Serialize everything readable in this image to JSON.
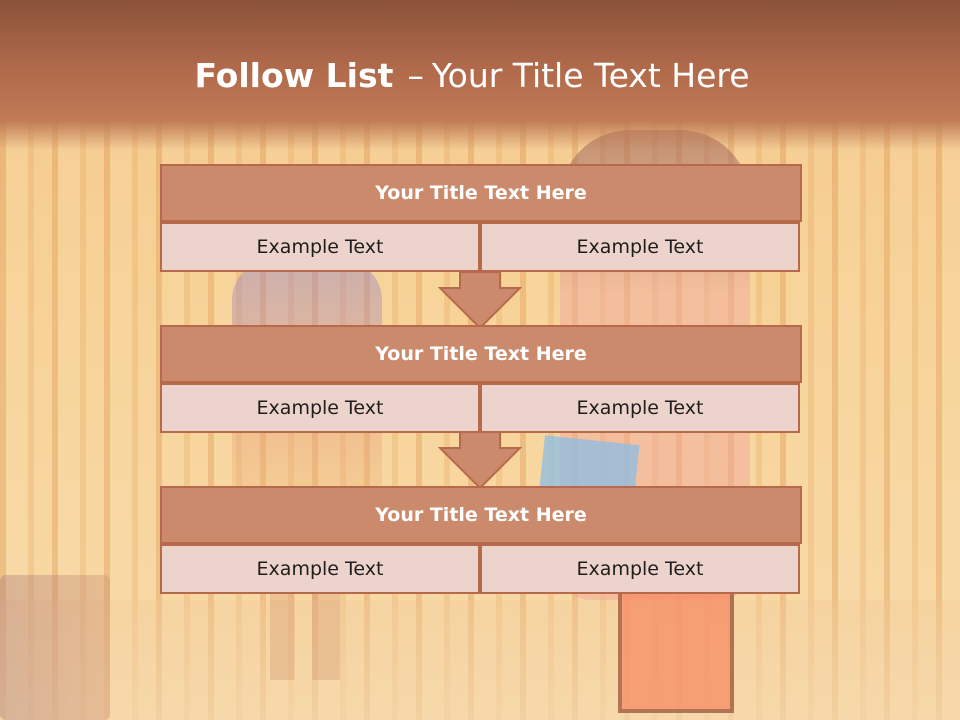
{
  "slide": {
    "title_strong": "Follow List",
    "title_separator": "–",
    "title_rest": "Your Title Text Here"
  },
  "stages": [
    {
      "title": "Your Title Text Here",
      "left_text": "Example Text",
      "right_text": "Example Text"
    },
    {
      "title": "Your Title Text Here",
      "left_text": "Example Text",
      "right_text": "Example Text"
    },
    {
      "title": "Your Title Text Here",
      "left_text": "Example Text",
      "right_text": "Example Text"
    }
  ],
  "colors": {
    "header_fill": "#cc8a6d",
    "cell_fill": "#ecd3cc",
    "border": "#b7694c",
    "arrow_fill": "#cc8a6d"
  },
  "icons": {
    "flow_arrow": "down-arrow-icon"
  }
}
